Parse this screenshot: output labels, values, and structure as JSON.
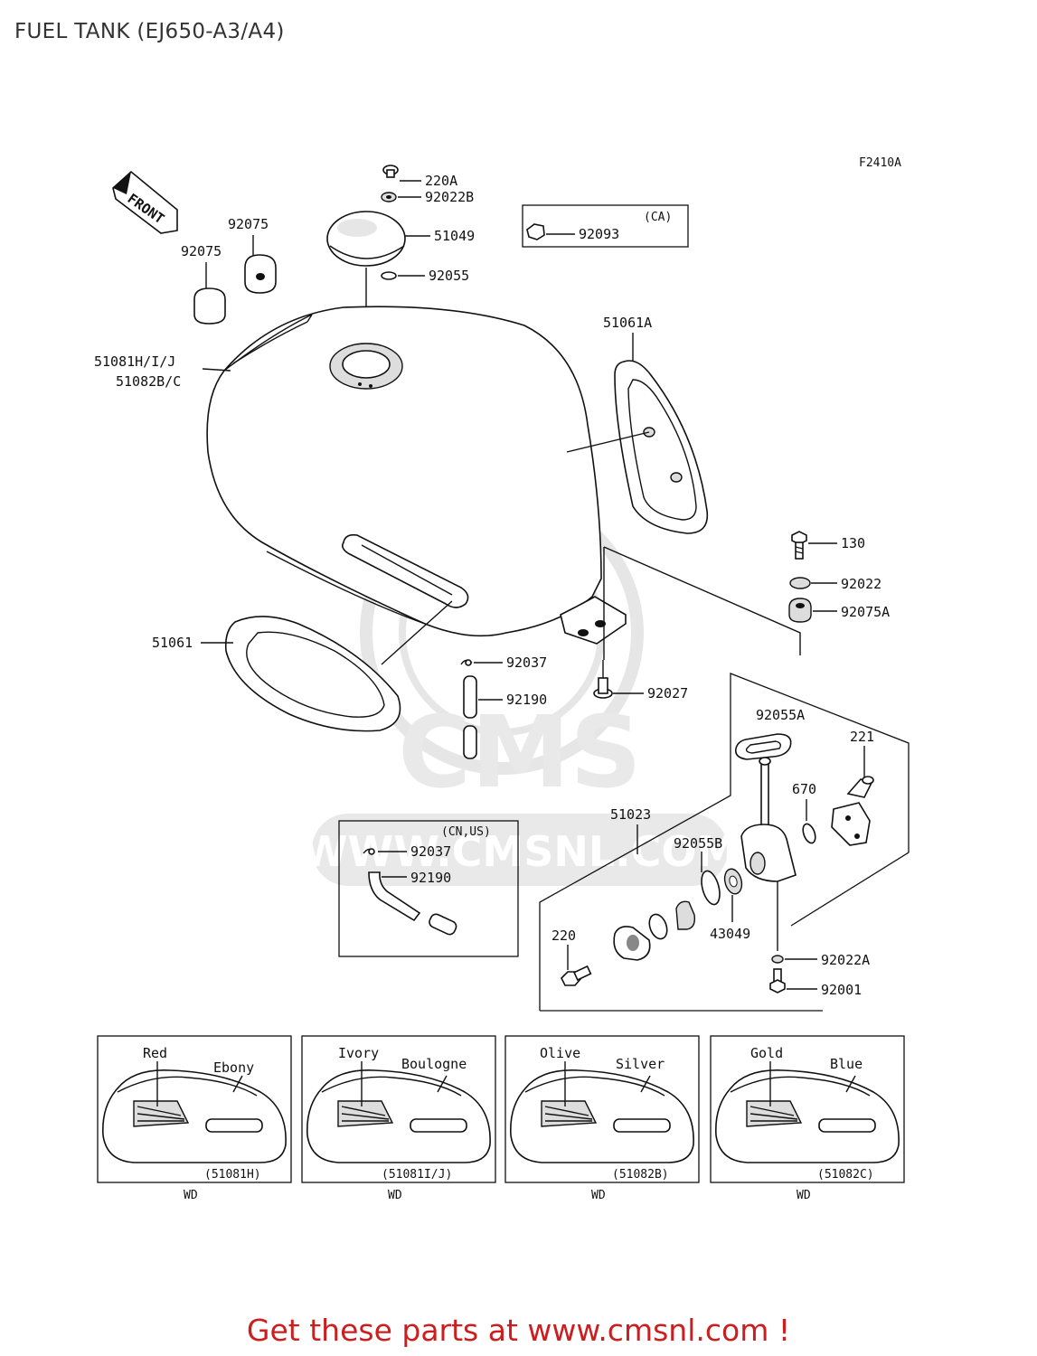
{
  "title": "FUEL TANK (EJ650-A3/A4)",
  "figure_code": "F2410A",
  "front_label": "FRONT",
  "watermark": {
    "brand": "CMS",
    "url": "WWW.CMSNL.COM"
  },
  "callouts": {
    "p220A": "220A",
    "p92022B": "92022B",
    "p51049": "51049",
    "p92055": "92055",
    "p92093": "92093",
    "ca": "(CA)",
    "p92075a": "92075",
    "p92075b": "92075",
    "p51081": "51081H/I/J",
    "p51082": "51082B/C",
    "p51061A": "51061A",
    "p51061": "51061",
    "p130": "130",
    "p92022": "92022",
    "p92075A": "92075A",
    "p92037": "92037",
    "p92190": "92190",
    "p92027": "92027",
    "p92055A": "92055A",
    "p221": "221",
    "p670": "670",
    "p51023": "51023",
    "p92055B": "92055B",
    "p43049": "43049",
    "p220": "220",
    "p92022A": "92022A",
    "p92001": "92001",
    "cnus": "(CN,US)",
    "p92037b": "92037",
    "p92190b": "92190"
  },
  "color_panels": [
    {
      "color1": "Red",
      "color2": "Ebony",
      "part": "(51081H)",
      "note": "WD"
    },
    {
      "color1": "Ivory",
      "color2": "Boulogne",
      "part": "(51081I/J)",
      "note": "WD"
    },
    {
      "color1": "Olive",
      "color2": "Silver",
      "part": "(51082B)",
      "note": "WD"
    },
    {
      "color1": "Gold",
      "color2": "Blue",
      "part": "(51082C)",
      "note": "WD"
    }
  ],
  "footer": "Get these parts at www.cmsnl.com !"
}
